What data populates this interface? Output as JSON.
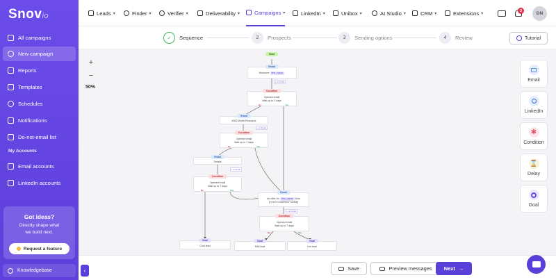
{
  "logo": {
    "text": "Snov",
    "suffix": "io"
  },
  "sidebar": {
    "items": [
      {
        "label": "All campaigns",
        "icon": "mail-icon"
      },
      {
        "label": "New campaign",
        "icon": "plus-circle-icon",
        "active": true
      },
      {
        "label": "Reports",
        "icon": "reports-icon"
      },
      {
        "label": "Templates",
        "icon": "templates-icon"
      },
      {
        "label": "Schedules",
        "icon": "clock-icon"
      },
      {
        "label": "Notifications",
        "icon": "bell-icon"
      },
      {
        "label": "Do-not-email list",
        "icon": "document-icon"
      }
    ],
    "accounts_heading": "My Accounts",
    "account_items": [
      {
        "label": "Email accounts",
        "icon": "mailbox-icon"
      },
      {
        "label": "LinkedIn accounts",
        "icon": "linkedin-icon"
      }
    ],
    "ideas": {
      "title": "Got ideas?",
      "line1": "Directly shape what",
      "line2": "we build next.",
      "button": "Request a feature"
    },
    "knowledgebase": "Knowledgebase"
  },
  "nav": {
    "items": [
      {
        "label": "Leads",
        "icon": "leads-icon",
        "chevron": true
      },
      {
        "label": "Finder",
        "icon": "search-icon",
        "chevron": true
      },
      {
        "label": "Verifier",
        "icon": "check-circle-icon",
        "chevron": true
      },
      {
        "label": "Deliverability",
        "icon": "flame-icon",
        "chevron": true
      },
      {
        "label": "Campaigns",
        "icon": "envelope-icon",
        "chevron": true,
        "active": true
      },
      {
        "label": "LinkedIn",
        "icon": "linkedin-icon",
        "chevron": true
      },
      {
        "label": "Unibox",
        "icon": "inbox-icon",
        "chevron": true
      },
      {
        "label": "AI Studio",
        "icon": "sparkle-icon",
        "chevron": true
      },
      {
        "label": "CRM",
        "icon": "crm-icon",
        "chevron": true
      },
      {
        "label": "Extensions",
        "icon": "puzzle-icon",
        "chevron": true
      }
    ],
    "notification_count": "3",
    "avatar_initials": "DN"
  },
  "steps": [
    {
      "num": "✓",
      "label": "Sequence",
      "done": true
    },
    {
      "num": "2",
      "label": "Prospects"
    },
    {
      "num": "3",
      "label": "Sending options"
    },
    {
      "num": "4",
      "label": "Review"
    }
  ],
  "tutorial_label": "Tutorial",
  "zoom": {
    "plus": "+",
    "minus": "−",
    "level": "50%"
  },
  "flow": {
    "start": "Start",
    "nodes": {
      "email1": {
        "type": "Email",
        "text": "Welcome",
        "tag": "first_name"
      },
      "cond1": {
        "type": "Condition",
        "line1": "Opened email",
        "line2": "Wait up to 3 days"
      },
      "email2": {
        "type": "Email",
        "text": "#002 Worth Resource"
      },
      "cond2": {
        "type": "Condition",
        "line1": "Opened email",
        "line2": "Wait up to 7 days"
      },
      "email3": {
        "type": "Email",
        "text": "Details"
      },
      "cond3": {
        "type": "Condition",
        "line1": "Opened email",
        "line2": "Wait up to 7 days"
      },
      "email4": {
        "type": "Email",
        "prefix": "An offer for",
        "tag": "first_name",
        "suffix": "from",
        "line2": "[YOUR COMPANY NAME]"
      },
      "cond4": {
        "type": "Condition",
        "line1": "Opened email",
        "line2": "Wait up to 7 days"
      },
      "goal1": {
        "type": "Goal",
        "text": "Cold lead"
      },
      "goal2": {
        "type": "Goal",
        "text": "Mild lead"
      },
      "goal3": {
        "type": "Goal",
        "text": "Hot lead"
      }
    },
    "edge_tag": "+ in 0 min",
    "no": "No",
    "yes": "Yes"
  },
  "palette": [
    {
      "label": "Email",
      "icon": "email-icon",
      "color": "#5a8fe0",
      "bg": "#e3edfb"
    },
    {
      "label": "LinkedIn",
      "icon": "linkedin-people-icon",
      "color": "#3a6fc7",
      "bg": "#e3edfb"
    },
    {
      "label": "Condition",
      "icon": "condition-icon",
      "color": "#e05a6a",
      "bg": "#fde6e8"
    },
    {
      "label": "Delay",
      "icon": "delay-icon",
      "color": "#d9a32a",
      "bg": "#fbf0d4"
    },
    {
      "label": "Goal",
      "icon": "goal-icon",
      "color": "#6c4ce8",
      "bg": "#ebe6fb"
    }
  ],
  "bottom": {
    "collapse": "‹",
    "save": "Save",
    "preview": "Preview messages",
    "next": "Next",
    "next_arrow": "→"
  },
  "colors": {
    "brand": "#5b3fd9",
    "success": "#3fb75b",
    "danger": "#e0344b"
  }
}
